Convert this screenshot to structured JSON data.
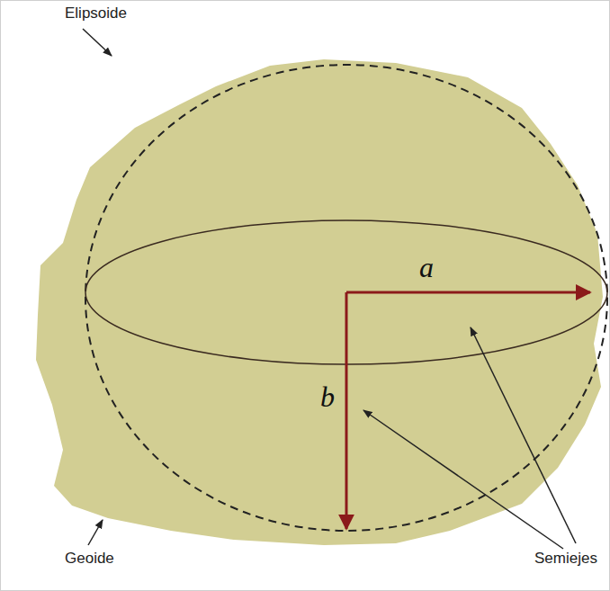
{
  "diagram": {
    "labels": [
      "Elipsoide",
      "a",
      "b",
      "Semiejes",
      "Geoide"
    ]
  }
}
